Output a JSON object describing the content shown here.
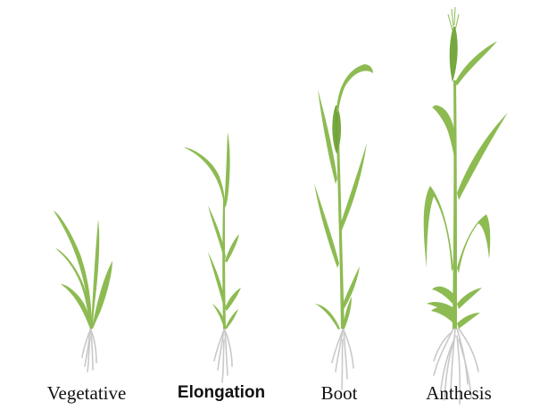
{
  "stages": [
    {
      "label": "Vegetative"
    },
    {
      "label": "Elongation"
    },
    {
      "label": "Boot"
    },
    {
      "label": "Anthesis"
    }
  ],
  "colors": {
    "leaf": "#8dbb52",
    "leaf_dark": "#6d9a3a",
    "head": "#76a83f",
    "root": "#c9c9c9",
    "text": "#111111"
  }
}
